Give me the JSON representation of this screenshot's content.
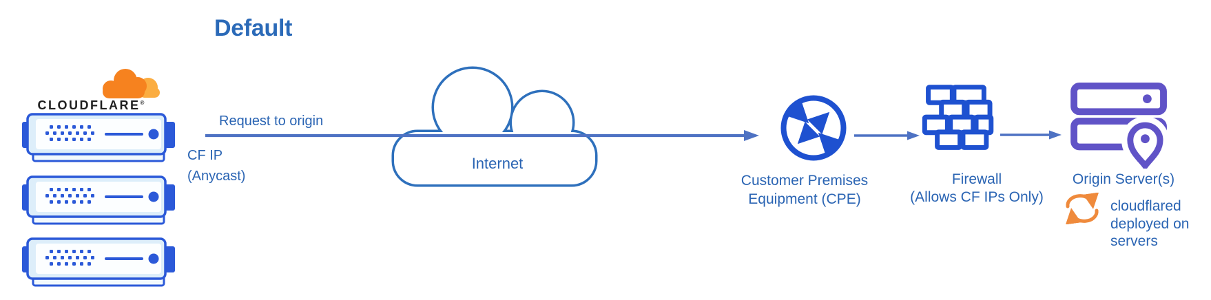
{
  "diagram": {
    "title": "Default",
    "server_units": 3
  },
  "cloudflare": {
    "wordmark": "CLOUDFLARE",
    "registered_mark": "®"
  },
  "flow": {
    "request_label": "Request to origin",
    "cf_ip_line1": "CF IP",
    "cf_ip_line2": "(Anycast)"
  },
  "nodes": {
    "internet": {
      "label": "Internet"
    },
    "cpe": {
      "label_line1": "Customer Premises",
      "label_line2": "Equipment (CPE)"
    },
    "firewall": {
      "label_line1": "Firewall",
      "label_line2": "(Allows CF IPs Only)"
    },
    "origin": {
      "label": "Origin Server(s)",
      "note_line1": "cloudflared",
      "note_line2": "deployed on",
      "note_line3": "servers"
    }
  },
  "icons": {
    "cloudflare-logo-cloud-icon": "two-tone orange cloud",
    "server-icon": "rack server unit with LED dots",
    "internet-cloud-icon": "blue outlined cloud",
    "cpe-router-icon": "circle with four diagonal arrows",
    "firewall-icon": "blue brick wall",
    "origin-servers-icon": "server stack with location pin",
    "sync-icon": "orange circular arrows"
  },
  "colors": {
    "title_blue": "#2b6ab8",
    "label_blue": "#2a64b3",
    "icon_blue": "#1e51d0",
    "server_blue": "#2b59d8",
    "arrow_blue": "#4e72c3",
    "cloud_outline_blue": "#2e70bc",
    "origin_purple": "#6053c7",
    "cloudflare_orange": "#f6821f",
    "cloudflare_light_orange": "#fbad41",
    "sync_orange": "#ef8a3c"
  }
}
